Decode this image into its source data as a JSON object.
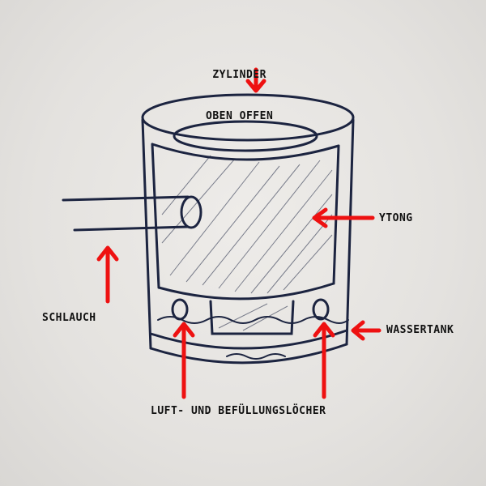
{
  "labels": {
    "cylinder_line1": "ZYLINDER",
    "cylinder_line2": "OBEN OFFEN",
    "ytong": "YTONG",
    "hose": "SCHLAUCH",
    "water_tank": "WASSERTANK",
    "holes": "LUFT- UND BEFÜLLUNGSLÖCHER"
  },
  "colors": {
    "ink": "#1c2440",
    "arrow": "#ee1111",
    "paper": "#e6e4e1"
  }
}
